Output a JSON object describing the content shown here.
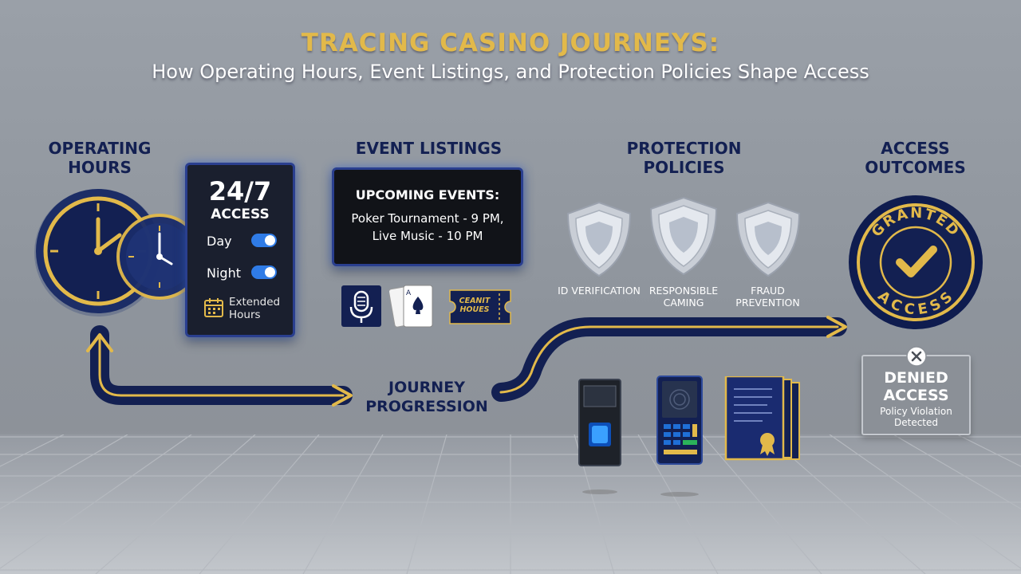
{
  "header": {
    "title": "TRACING CASINO JOURNEYS:",
    "subtitle": "How Operating Hours, Event Listings, and Protection Policies Shape Access"
  },
  "sections": {
    "operating_hours": "OPERATING HOURS",
    "event_listings": "EVENT LISTINGS",
    "protection_policies": "PROTECTION POLICIES",
    "access_outcomes": "ACCESS OUTCOMES"
  },
  "hours_panel": {
    "title": "24/7",
    "subtitle": "ACCESS",
    "day_label": "Day",
    "night_label": "Night",
    "extended_label": "Extended Hours"
  },
  "events_panel": {
    "heading": "UPCOMING EVENTS:",
    "line1": "Poker Tournament - 9 PM,",
    "line2": "Live Music - 10 PM"
  },
  "ticket_text": "CEANIT HOUES",
  "policies": [
    {
      "label": "ID VERIFICATION"
    },
    {
      "label": "RESPONSIBLE CAMING"
    },
    {
      "label": "FRAUD PREVENTION"
    }
  ],
  "journey_label": "JOURNEY PROGRESSION",
  "granted_badge": {
    "top": "GRANTED",
    "bottom": "ACCESS"
  },
  "denied_card": {
    "title": "DENIED ACCESS",
    "note": "Policy Violation Detected"
  },
  "colors": {
    "navy": "#132052",
    "gold": "#e2b94a",
    "panel_dark": "#1a1f2e",
    "toggle_blue": "#2f7be6",
    "background_gray": "#9aa0a8"
  },
  "icons": [
    "clock-icon",
    "calendar-icon",
    "microphone-icon",
    "playing-cards-icon",
    "ticket-icon",
    "shield-icon",
    "fingerprint-scanner-icon",
    "payment-terminal-icon",
    "certificate-documents-icon",
    "checkmark-icon",
    "close-icon"
  ]
}
